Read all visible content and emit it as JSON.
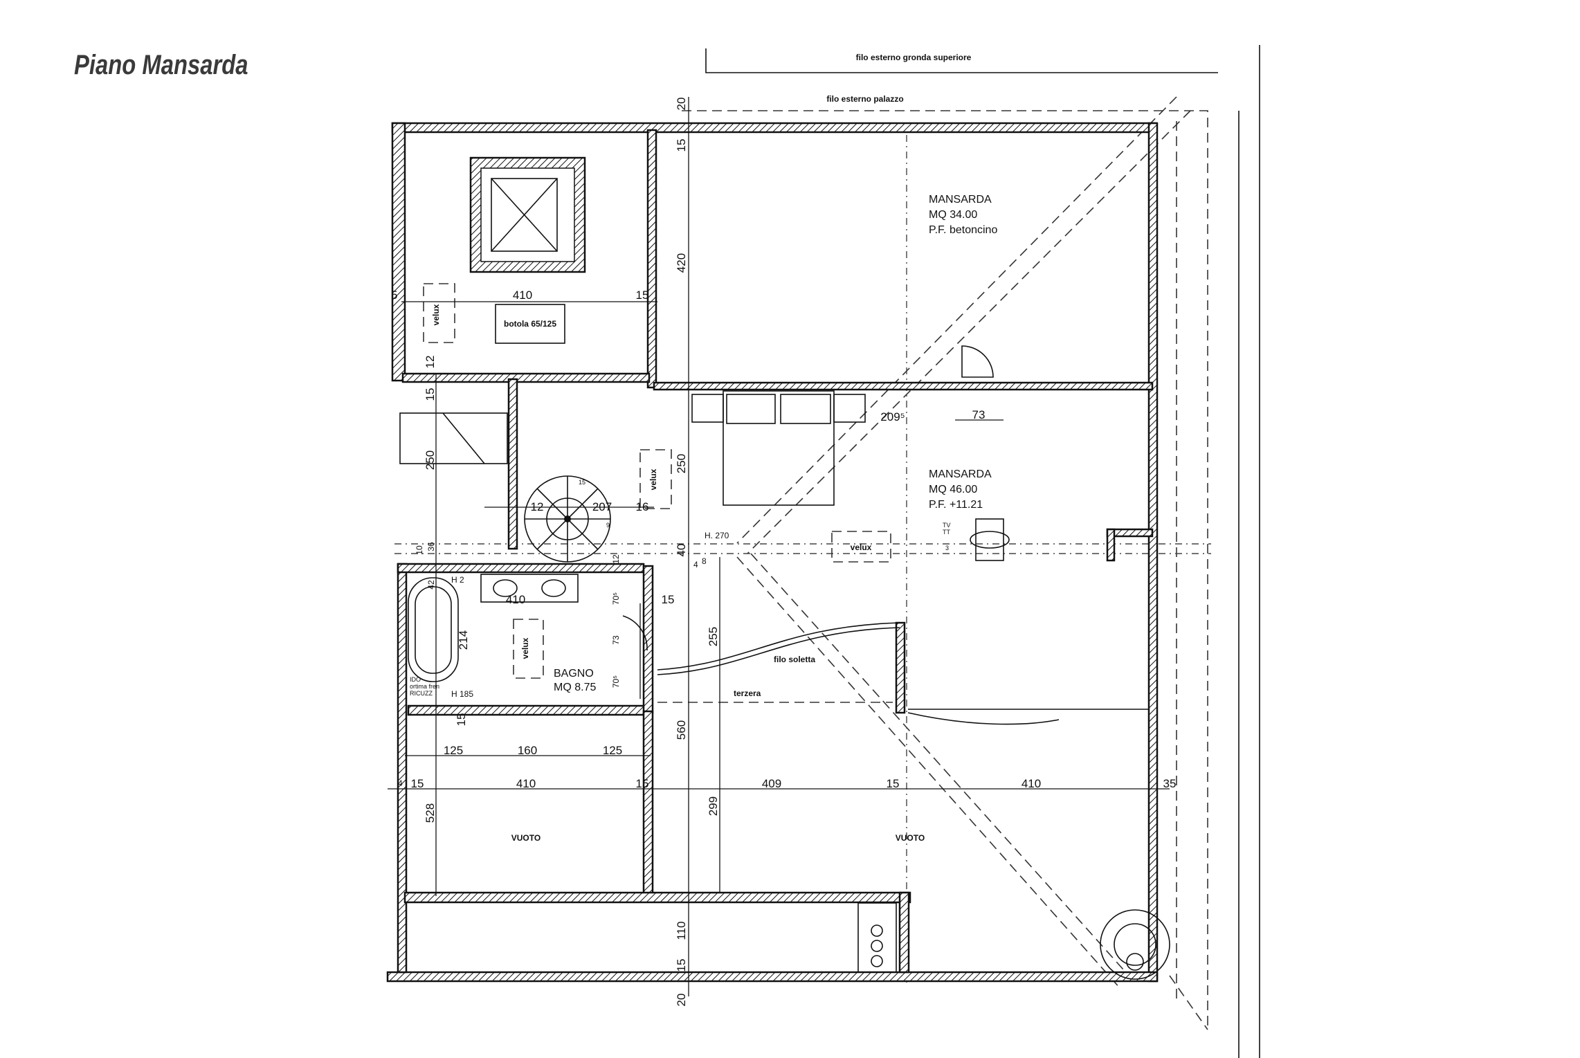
{
  "title": "Piano Mansarda",
  "notes": {
    "gronda": "filo esterno gronda superiore",
    "palazzo": "filo esterno palazzo",
    "soletta": "filo soletta",
    "terzera": "terzera"
  },
  "rooms": {
    "mansarda_top": {
      "name": "MANSARDA",
      "area": "MQ 34.00",
      "floor": "P.F. betoncino"
    },
    "mansarda_mid": {
      "name": "MANSARDA",
      "area": "MQ 46.00",
      "floor": "P.F. +11.21"
    },
    "bagno": {
      "name": "BAGNO",
      "area": "MQ 8.75"
    },
    "vuoto_left": "VUOTO",
    "vuoto_right": "VUOTO"
  },
  "labels": {
    "botola": "botola 65/125",
    "velux": "velux",
    "h270": "H. 270",
    "h2": "H 2",
    "h185": "H 185",
    "tv": "TV",
    "tt": "TT",
    "three": "3",
    "bath_note1": "IDO",
    "bath_note2": "ortima fren",
    "bath_note3": "RICUZZ"
  },
  "dims": {
    "d20a": "20",
    "d15a": "15",
    "d420": "420",
    "d250a": "250",
    "d560": "560",
    "d110": "110",
    "d15b": "15",
    "d20b": "20",
    "d5": "5",
    "d410a": "410",
    "d15c": "15",
    "d12a": "12",
    "d15d": "15",
    "d250b": "250",
    "d10": "10",
    "d36": "36",
    "d12b": "12",
    "d207": "207",
    "d16": "16",
    "d12c": "12",
    "d40": "40",
    "d4": "4",
    "d8": "8",
    "d15s": "15",
    "d9": "9",
    "d410b": "410",
    "d214": "214",
    "d42": "42",
    "d70a": "70⁵",
    "d73a": "73",
    "d70b": "70⁵",
    "d15e": "15",
    "d255": "255",
    "d299": "299",
    "d209": "209⁵",
    "d73b": "73",
    "d15f": "15",
    "d125a": "125",
    "d160": "160",
    "d125b": "125",
    "d4b": "4",
    "d15g": "15",
    "d410c": "410",
    "d15h": "15",
    "d409": "409",
    "d15i": "15",
    "d410d": "410",
    "d35": "35",
    "d528": "528"
  }
}
